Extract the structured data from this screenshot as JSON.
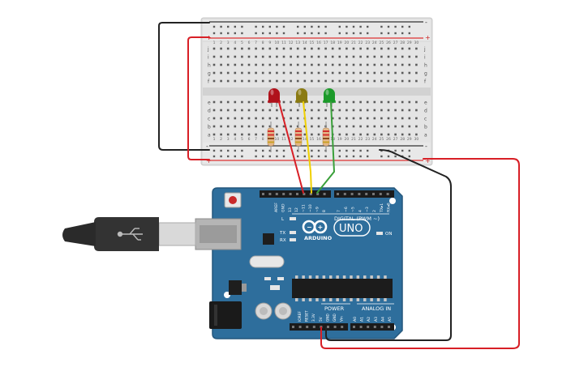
{
  "breadboard": {
    "rail_minus": "-",
    "rail_plus": "+",
    "row_letters_top": [
      "j",
      "i",
      "h",
      "g",
      "f"
    ],
    "row_letters_bottom": [
      "e",
      "d",
      "c",
      "b",
      "a"
    ],
    "column_numbers": [
      "1",
      "2",
      "3",
      "4",
      "5",
      "6",
      "7",
      "8",
      "9",
      "10",
      "11",
      "12",
      "13",
      "14",
      "15",
      "16",
      "17",
      "18",
      "19",
      "20",
      "21",
      "22",
      "23",
      "24",
      "25",
      "26",
      "27",
      "28",
      "29",
      "30"
    ]
  },
  "leds": [
    {
      "name": "red-led",
      "color": "#b0121b"
    },
    {
      "name": "yellow-led",
      "color": "#8a7a12"
    },
    {
      "name": "green-led",
      "color": "#1c9a2a"
    }
  ],
  "arduino": {
    "brand": "ARDUINO",
    "model": "UNO",
    "digital_label": "DIGITAL (PWM ~)",
    "power_label": "POWER",
    "analog_label": "ANALOG IN",
    "on_label": "ON",
    "led_l": "L",
    "led_tx": "TX",
    "led_rx": "RX",
    "top_pins": [
      "AREF",
      "GND",
      "13",
      "12",
      "~11",
      "~10",
      "~9",
      "8",
      "7",
      "~6",
      "~5",
      "4",
      "~3",
      "2",
      "TX▸1",
      "RX◂0"
    ],
    "power_pins": [
      "IOREF",
      "RESET",
      "3.3V",
      "5V",
      "GND",
      "GND",
      "Vin"
    ],
    "analog_pins": [
      "A0",
      "A1",
      "A2",
      "A3",
      "A4",
      "A5"
    ]
  },
  "colors": {
    "board": "#2e6e9c",
    "board_dark": "#24577c",
    "wire_red": "#d81f26",
    "wire_black": "#222222",
    "wire_yellow": "#f0d000",
    "wire_green": "#3aa03a"
  }
}
